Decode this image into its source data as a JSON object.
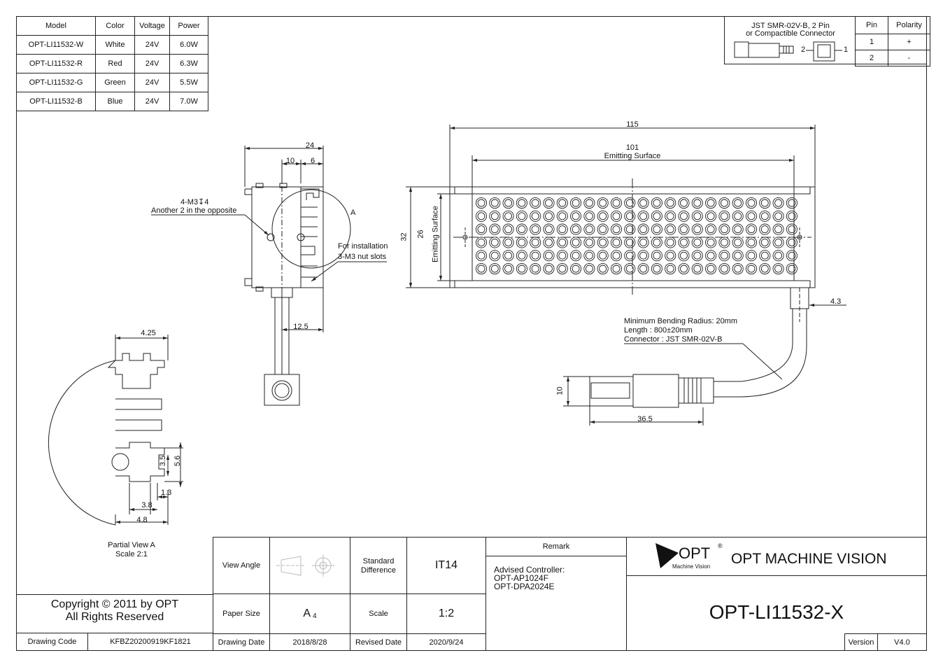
{
  "spec_table": {
    "headers": [
      "Model",
      "Color",
      "Voltage",
      "Power"
    ],
    "rows": [
      [
        "OPT-LI11532-W",
        "White",
        "24V",
        "6.0W"
      ],
      [
        "OPT-LI11532-R",
        "Red",
        "24V",
        "6.3W"
      ],
      [
        "OPT-LI11532-G",
        "Green",
        "24V",
        "5.5W"
      ],
      [
        "OPT-LI11532-B",
        "Blue",
        "24V",
        "7.0W"
      ]
    ]
  },
  "connector_box": {
    "title_line1": "JST SMR-02V-B, 2 Pin",
    "title_line2": "or Compactible Connector",
    "pin_header": "Pin",
    "polarity_header": "Polarity",
    "rows": [
      [
        "1",
        "+"
      ],
      [
        "2",
        "-"
      ]
    ],
    "label_2": "2",
    "label_1": "1"
  },
  "side_view": {
    "dim_24": "24",
    "dim_10": "10",
    "dim_6": "6",
    "dim_12_5": "12.5",
    "hole_note": "4-M3↧4",
    "hole_note_2": "Another 2 in the opposite",
    "detail_label": "A",
    "install_note_1": "For installation",
    "install_note_2": "3-M3 nut slots"
  },
  "front_view": {
    "dim_115": "115",
    "dim_101": "101",
    "emitting_surface": "Emitting Surface",
    "dim_32": "32",
    "dim_26": "26",
    "dim_4_3": "4.3",
    "cable_note_1": "Minimum Bending Radius: 20mm",
    "cable_note_2": "Length : 800±20mm",
    "cable_note_3": "Connector : JST SMR-02V-B",
    "dim_10": "10",
    "dim_36_5": "36.5"
  },
  "partial_view": {
    "dim_4_25": "4.25",
    "dim_3_5": "3.5",
    "dim_5_6": "5.6",
    "dim_1_3": "1.3",
    "dim_3_8": "3.8",
    "dim_4_8": "4.8",
    "caption_1": "Partial View A",
    "caption_2": "Scale 2:1"
  },
  "title_block": {
    "copyright_1": "Copyright © 2011 by OPT",
    "copyright_2": "All Rights Reserved",
    "drawing_code_label": "Drawing Code",
    "drawing_code": "KFBZ20200919KF1821",
    "view_angle_label": "View Angle",
    "standard_diff_label_1": "Standard",
    "standard_diff_label_2": "Difference",
    "standard_diff": "IT14",
    "paper_size_label": "Paper Size",
    "paper_size": "A",
    "paper_size_sub": "4",
    "scale_label": "Scale",
    "scale": "1:2",
    "drawing_date_label": "Drawing Date",
    "drawing_date": "2018/8/28",
    "revised_date_label": "Revised Date",
    "revised_date": "2020/9/24",
    "remark_label": "Remark",
    "remark_1": "Advised Controller:",
    "remark_2": "OPT-AP1024F",
    "remark_3": "OPT-DPA2024E",
    "logo_text": "OPT",
    "logo_reg": "®",
    "logo_sub": "Machine Vision",
    "company": "OPT MACHINE VISION",
    "part_number": "OPT-LI11532-X",
    "version_label": "Version",
    "version": "V4.0"
  },
  "led_grid": {
    "rows": 6,
    "cols": 24
  }
}
